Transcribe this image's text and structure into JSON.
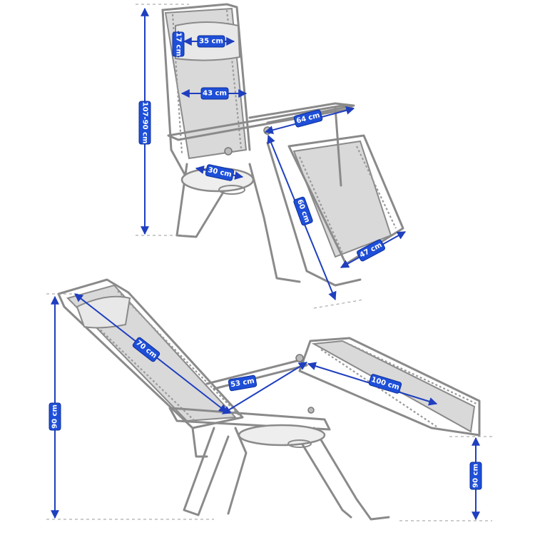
{
  "colors": {
    "dimension_blue": "#1e4fd8",
    "frame_gray": "#8a8a8a",
    "mesh_gray": "#d9d9d9"
  },
  "dimensions": {
    "headrest_width": "35 cm",
    "headrest_height": "17 cm",
    "back_width": "43 cm",
    "armrest_span": "64 cm",
    "total_height": "107-90 cm",
    "tray_width": "30 cm",
    "seat_length": "60 cm",
    "seat_width": "47 cm",
    "recline_length": "70 cm",
    "depth": "53 cm",
    "reclined_length": "100 cm",
    "reclined_height": "90 cm",
    "foot_height": "90 cm"
  }
}
